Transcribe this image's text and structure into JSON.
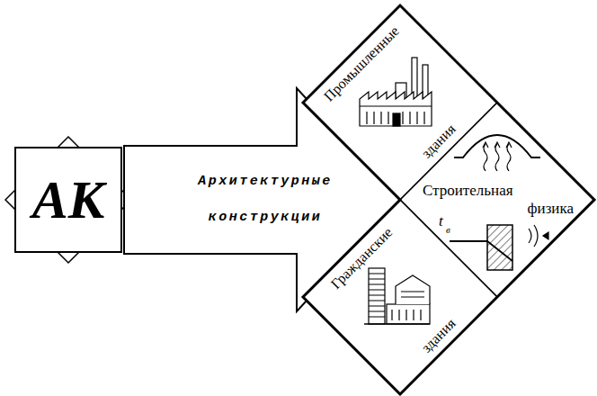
{
  "diagram": {
    "nodes": [
      {
        "text": [
          "АК"
        ]
      },
      {
        "text": [
          "Архитектурные конструкции"
        ]
      },
      {
        "text": [
          "Промышленные",
          "здания"
        ]
      },
      {
        "text": [
          "Строительная физика"
        ]
      },
      {
        "text": [
          "Гражданские",
          "здания"
        ]
      }
    ],
    "labels": [
      "t",
      "в"
    ]
  }
}
